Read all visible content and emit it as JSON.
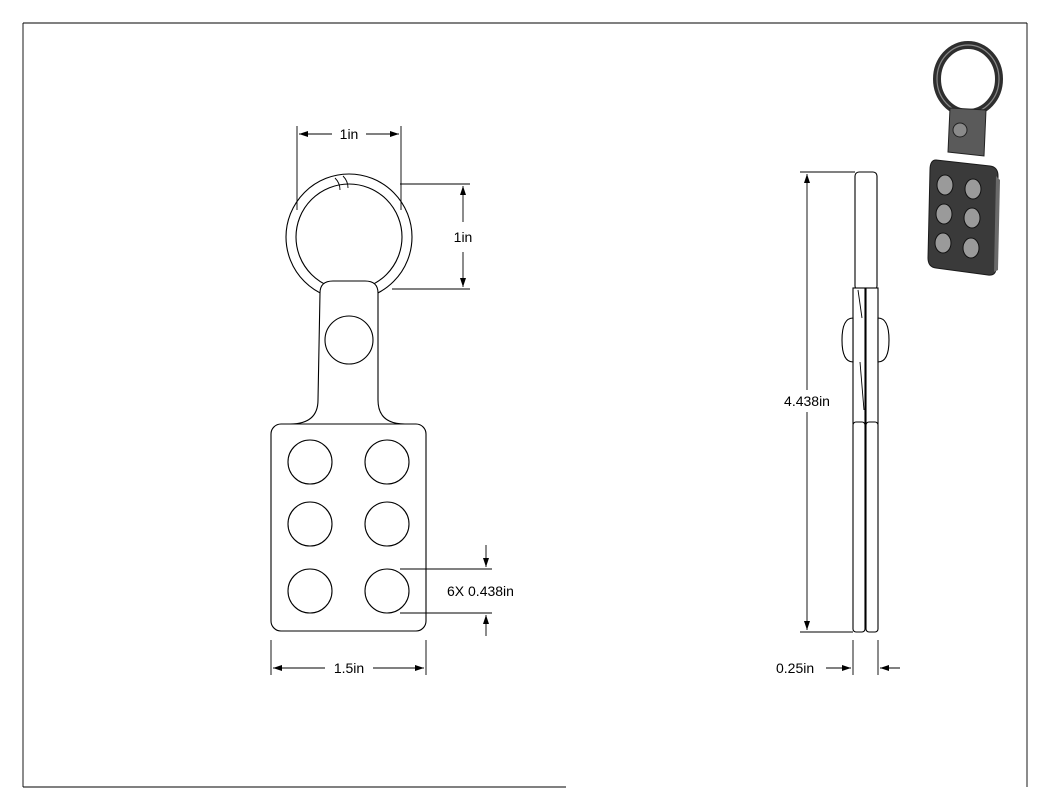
{
  "drawing": {
    "dimensions": {
      "ring_width": "1in",
      "ring_height": "1in",
      "hole_diameter": "6X 0.438in",
      "body_width": "1.5in",
      "overall_length": "4.438in",
      "thickness": "0.25in"
    }
  },
  "colors": {
    "line": "#000000",
    "background": "#ffffff",
    "iso_dark": "#3a3a3a",
    "iso_mid": "#7a7a7a"
  }
}
